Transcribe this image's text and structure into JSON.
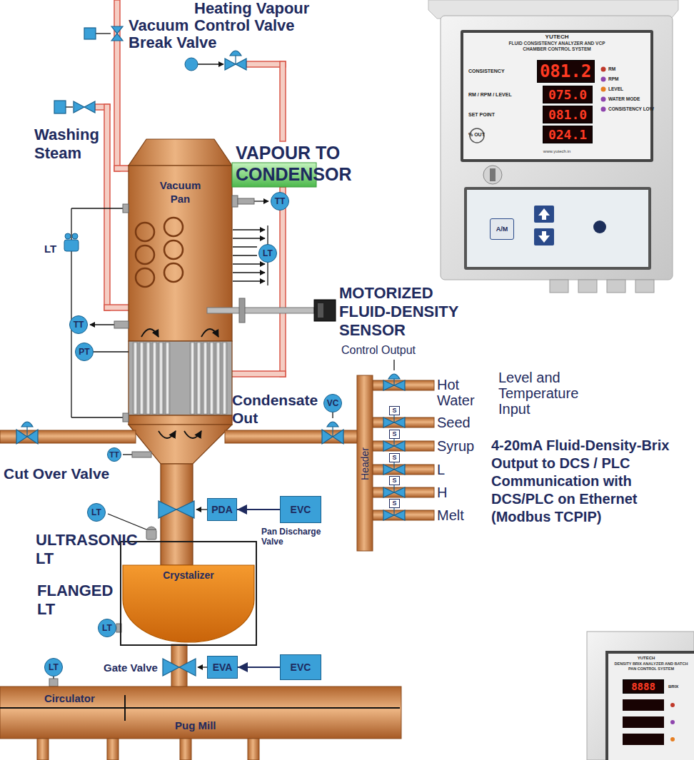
{
  "diagram": {
    "nodes": [
      {
        "text": [
          "Vacuum Pan"
        ]
      },
      {
        "text": [
          "TT"
        ]
      },
      {
        "text": [
          "LT"
        ]
      },
      {
        "text": [
          "TT"
        ]
      },
      {
        "text": [
          "PT"
        ]
      },
      {
        "text": [
          "VC"
        ]
      },
      {
        "text": [
          "S"
        ]
      },
      {
        "text": [
          "S"
        ]
      },
      {
        "text": [
          "S"
        ]
      },
      {
        "text": [
          "S"
        ]
      },
      {
        "text": [
          "S"
        ]
      },
      {
        "text": [
          "TT"
        ]
      },
      {
        "text": [
          "LT"
        ]
      },
      {
        "text": [
          "PDA"
        ]
      },
      {
        "text": [
          "EVC"
        ]
      },
      {
        "text": [
          "Crystalizer"
        ]
      },
      {
        "text": [
          "LT"
        ]
      },
      {
        "text": [
          "LT"
        ]
      },
      {
        "text": [
          "EVA"
        ]
      },
      {
        "text": [
          "EVC"
        ]
      },
      {
        "text": [
          "081.2"
        ]
      },
      {
        "text": [
          "075.0"
        ]
      },
      {
        "text": [
          "081.0"
        ]
      },
      {
        "text": [
          "024.1"
        ]
      },
      {
        "text": [
          "A/M"
        ]
      },
      {
        "text": [
          "8888"
        ]
      }
    ],
    "edges": [
      {
        "from": 14,
        "to": 13,
        "arrow": "to"
      },
      {
        "from": 19,
        "to": 18,
        "arrow": "to"
      }
    ],
    "labels": [
      "Vacuum Break Valve",
      "Heating Vapour Control Valve",
      "Washing Steam",
      "VAPOUR TO CONDENSOR",
      "LT",
      "MOTORIZED FLUID-DENSITY SENSOR",
      "Control Output",
      "Hot Water",
      "Seed",
      "Syrup",
      "L",
      "H",
      "Melt",
      "Level and Temperature Input",
      "Condensate Out",
      "Header",
      "4-20mA Fluid-Density-Brix Output to DCS / PLC Communication with DCS/PLC on Ethernet (Modbus TCPIP)",
      "Cut Over Valve",
      "ULTRASONIC LT",
      "Pan Discharge Valve",
      "FLANGED LT",
      "Gate Valve",
      "Circulator",
      "Pug Mill",
      "YUTECH",
      "FLUID CONSISTENCY ANALYZER AND VCP CHAMBER CONTROL SYSTEM",
      "CONSISTENCY",
      "RM / RPM / LEVEL",
      "SET POINT",
      "% OUT",
      "RM",
      "RPM",
      "LEVEL",
      "WATER MODE",
      "CONSISTENCY LOW",
      "www.yutech.in",
      "YUTECH",
      "DENSITY BRIX ANALYZER AND BATCH PAN CONTROL SYSTEM",
      "BRIX"
    ]
  }
}
